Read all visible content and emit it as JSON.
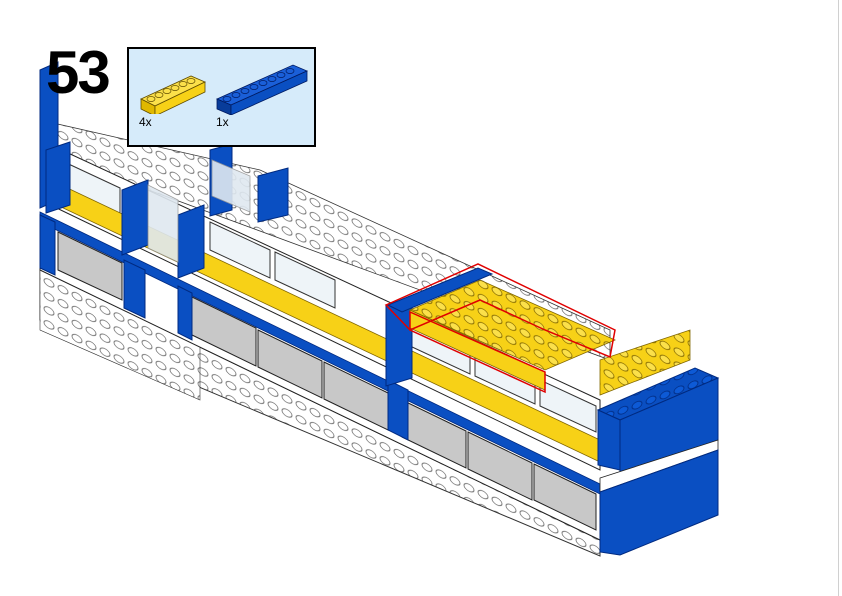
{
  "step": {
    "number": "53"
  },
  "parts_callout": {
    "parts": [
      {
        "name": "yellow-brick-1x6",
        "quantity": "4x",
        "color": "#f7d117"
      },
      {
        "name": "blue-brick-1x8",
        "quantity": "1x",
        "color": "#0a4fc2"
      }
    ]
  },
  "colors": {
    "blue": "#0a4fc2",
    "yellow": "#f7d117",
    "white": "#ffffff",
    "grey": "#c8c8c8",
    "highlight": "#e00000"
  }
}
